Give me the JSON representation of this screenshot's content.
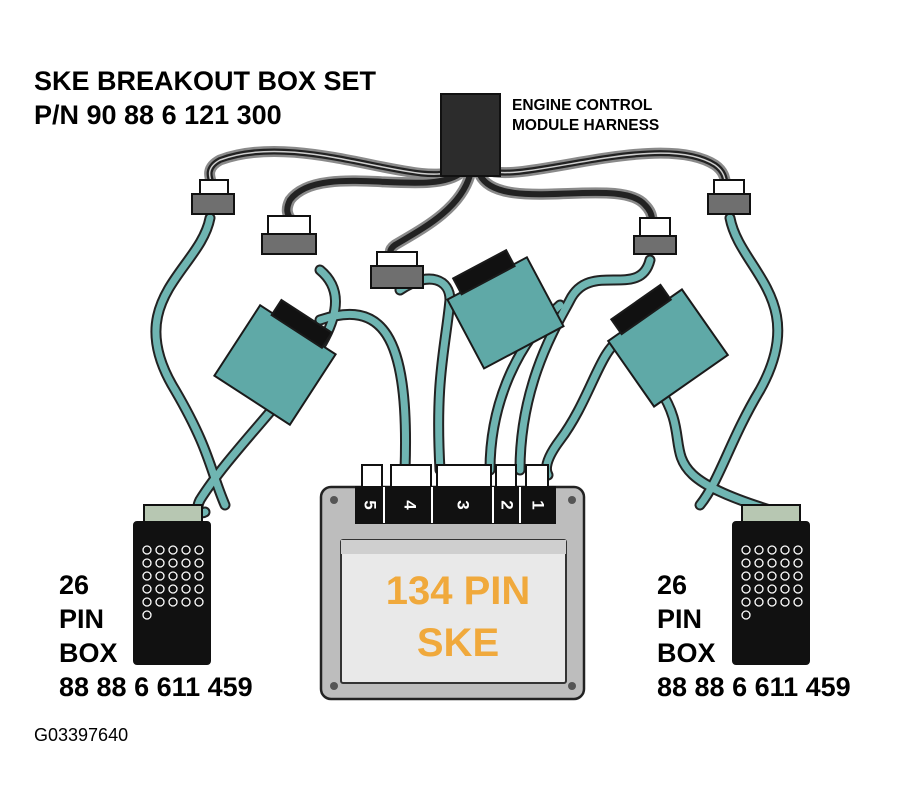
{
  "title": {
    "line1": "SKE BREAKOUT BOX SET",
    "line2": "P/N 90 88 6 121 300"
  },
  "harness_label": {
    "line1": "ENGINE CONTROL",
    "line2": "MODULE HARNESS"
  },
  "ske_unit": {
    "line1": "134 PIN",
    "line2": "SKE",
    "ports": [
      "5",
      "4",
      "3",
      "2",
      "1"
    ]
  },
  "left_box": {
    "line1": "26",
    "line2": "PIN",
    "line3": "BOX",
    "part_number": "88 88 6 611 459"
  },
  "right_box": {
    "line1": "26",
    "line2": "PIN",
    "line3": "BOX",
    "part_number": "88 88 6 611 459"
  },
  "figure_id": "G03397640",
  "colors": {
    "cable": "#6fb5b2",
    "adapter": "#5fa9a7",
    "harness": "#2a2a2a",
    "ske_text": "#f0a93c",
    "module_body": "#bdbdbd"
  }
}
